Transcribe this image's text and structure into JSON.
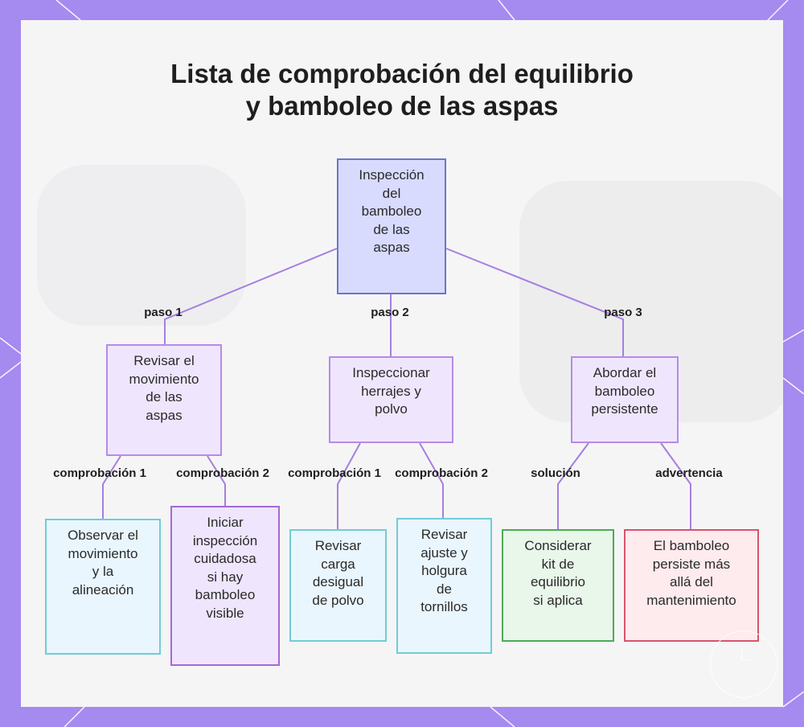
{
  "title": {
    "line1": "Lista de comprobación del equilibrio",
    "line2": "y bamboleo de las aspas"
  },
  "colors": {
    "frame": "#a58af0",
    "edge": "#a67fe0",
    "root_fill": "#d8dbfd",
    "step_fill": "#efe6fd",
    "check_fill": "#eaf6fd",
    "solution_fill": "#e9f6ea",
    "warning_fill": "#fdebee"
  },
  "nodes": {
    "root": [
      "Inspección",
      "del",
      "bamboleo",
      "de las",
      "aspas"
    ],
    "step1": [
      "Revisar el",
      "movimiento",
      "de las",
      "aspas"
    ],
    "step2": [
      "Inspeccionar",
      "herrajes y",
      "polvo"
    ],
    "step3": [
      "Abordar el",
      "bamboleo",
      "persistente"
    ],
    "check1a": [
      "Observar el",
      "movimiento",
      "y la",
      "alineación"
    ],
    "check1b": [
      "Iniciar",
      "inspección",
      "cuidadosa",
      "si hay",
      "bamboleo",
      "visible"
    ],
    "check2a": [
      "Revisar",
      "carga",
      "desigual",
      "de polvo"
    ],
    "check2b": [
      "Revisar",
      "ajuste y",
      "holgura",
      "de",
      "tornillos"
    ],
    "solution": [
      "Considerar",
      "kit de",
      "equilibrio",
      "si aplica"
    ],
    "warning": [
      "El bamboleo",
      "persiste más",
      "allá del",
      "mantenimiento"
    ]
  },
  "edge_labels": {
    "paso1": "paso 1",
    "paso2": "paso 2",
    "paso3": "paso 3",
    "comp1a": "comprobación 1",
    "comp1b": "comprobación 2",
    "comp2a": "comprobación 1",
    "comp2b": "comprobación 2",
    "solucion": "solución",
    "advertencia": "advertencia"
  }
}
